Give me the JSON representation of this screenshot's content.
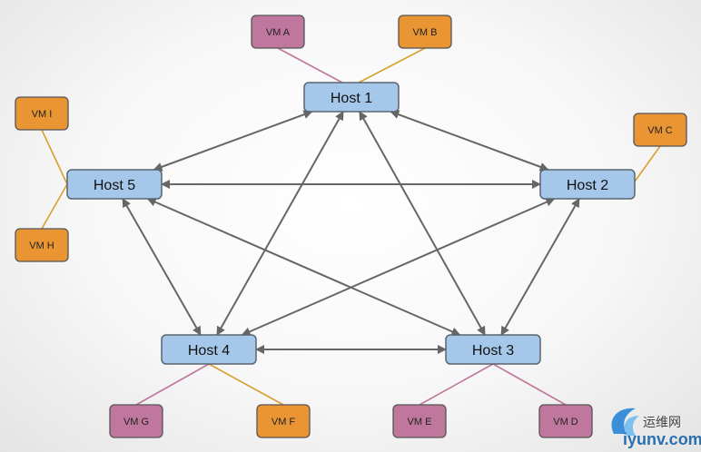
{
  "colors": {
    "host_fill": "#a5c8ea",
    "vm_purple": "#c0779d",
    "vm_orange": "#e99533",
    "link_purple": "#c0779d",
    "link_orange": "#d9a030",
    "arrow": "#666666"
  },
  "hosts": [
    {
      "id": "h1",
      "label": "Host 1"
    },
    {
      "id": "h2",
      "label": "Host 2"
    },
    {
      "id": "h3",
      "label": "Host 3"
    },
    {
      "id": "h4",
      "label": "Host 4"
    },
    {
      "id": "h5",
      "label": "Host 5"
    }
  ],
  "vms": [
    {
      "id": "va",
      "label": "VM A",
      "color": "purple",
      "host": "h1"
    },
    {
      "id": "vb",
      "label": "VM B",
      "color": "orange",
      "host": "h1"
    },
    {
      "id": "vc",
      "label": "VM C",
      "color": "orange",
      "host": "h2"
    },
    {
      "id": "vd",
      "label": "VM D",
      "color": "purple",
      "host": "h3"
    },
    {
      "id": "ve",
      "label": "VM E",
      "color": "purple",
      "host": "h3"
    },
    {
      "id": "vf",
      "label": "VM F",
      "color": "orange",
      "host": "h4"
    },
    {
      "id": "vg",
      "label": "VM G",
      "color": "purple",
      "host": "h4"
    },
    {
      "id": "vh",
      "label": "VM H",
      "color": "orange",
      "host": "h5"
    },
    {
      "id": "vi",
      "label": "VM I",
      "color": "orange",
      "host": "h5"
    }
  ],
  "links": [
    [
      "h1",
      "h2"
    ],
    [
      "h1",
      "h3"
    ],
    [
      "h1",
      "h4"
    ],
    [
      "h1",
      "h5"
    ],
    [
      "h2",
      "h3"
    ],
    [
      "h2",
      "h4"
    ],
    [
      "h2",
      "h5"
    ],
    [
      "h3",
      "h4"
    ],
    [
      "h3",
      "h5"
    ],
    [
      "h4",
      "h5"
    ]
  ],
  "watermark": {
    "logo_text": "运维网",
    "url": "iyunv.com",
    "icon": "swoosh-logo-icon"
  }
}
